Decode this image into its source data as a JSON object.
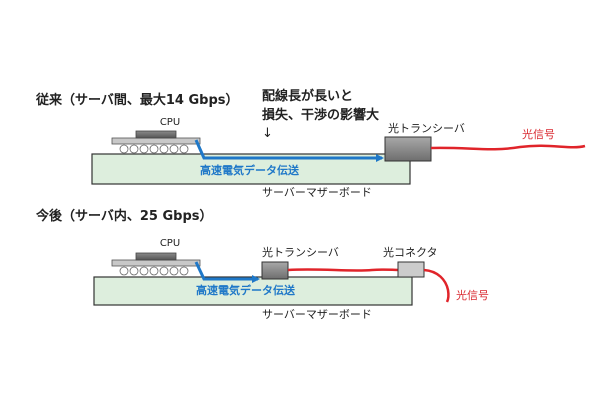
{
  "colors": {
    "board_fill": "#ddeedd",
    "board_stroke": "#333333",
    "transceiver_fill": "#888888",
    "connector_fill": "#cccccc",
    "signal_blue": "#1f78c8",
    "fiber_red": "#e0242a",
    "text_red": "#d9282f",
    "text_dark": "#222222"
  },
  "top": {
    "title": "従来（サーバ間、最大14 Gbps）",
    "note_line1": "配線長が長いと",
    "note_line2": "損失、干渉の影響大",
    "note_arrow": "↓",
    "cpu_label": "CPU",
    "signal_label": "高速電気データ伝送",
    "transceiver_label": "光トランシーバ",
    "optical_label": "光信号",
    "board_label": "サーバーマザーボード"
  },
  "bottom": {
    "title": "今後（サーバ内、25 Gbps）",
    "cpu_label": "CPU",
    "transceiver_label": "光トランシーバ",
    "connector_label": "光コネクタ",
    "signal_label": "高速電気データ伝送",
    "optical_label": "光信号",
    "board_label": "サーバーマザーボード"
  }
}
